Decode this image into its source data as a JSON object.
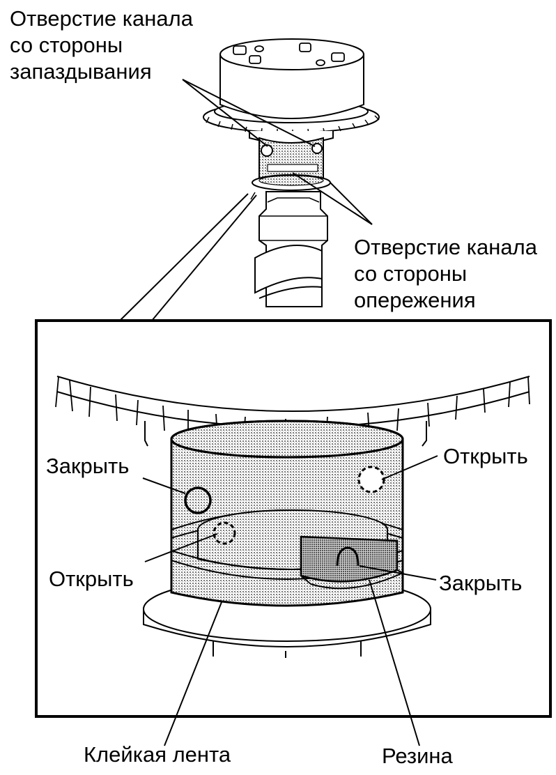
{
  "labels": {
    "retard_hole": [
      "Отверстие канала",
      "со стороны",
      "запаздывания"
    ],
    "advance_hole": [
      "Отверстие канала",
      "со стороны",
      "опережения"
    ],
    "close_left": "Закрыть",
    "open_right": "Открыть",
    "open_left": "Открыть",
    "close_right": "Закрыть",
    "tape": "Клейкая лента",
    "rubber": "Резина"
  },
  "colors": {
    "line": "#000000",
    "background": "#ffffff",
    "stipple": "#b0b0b0"
  }
}
